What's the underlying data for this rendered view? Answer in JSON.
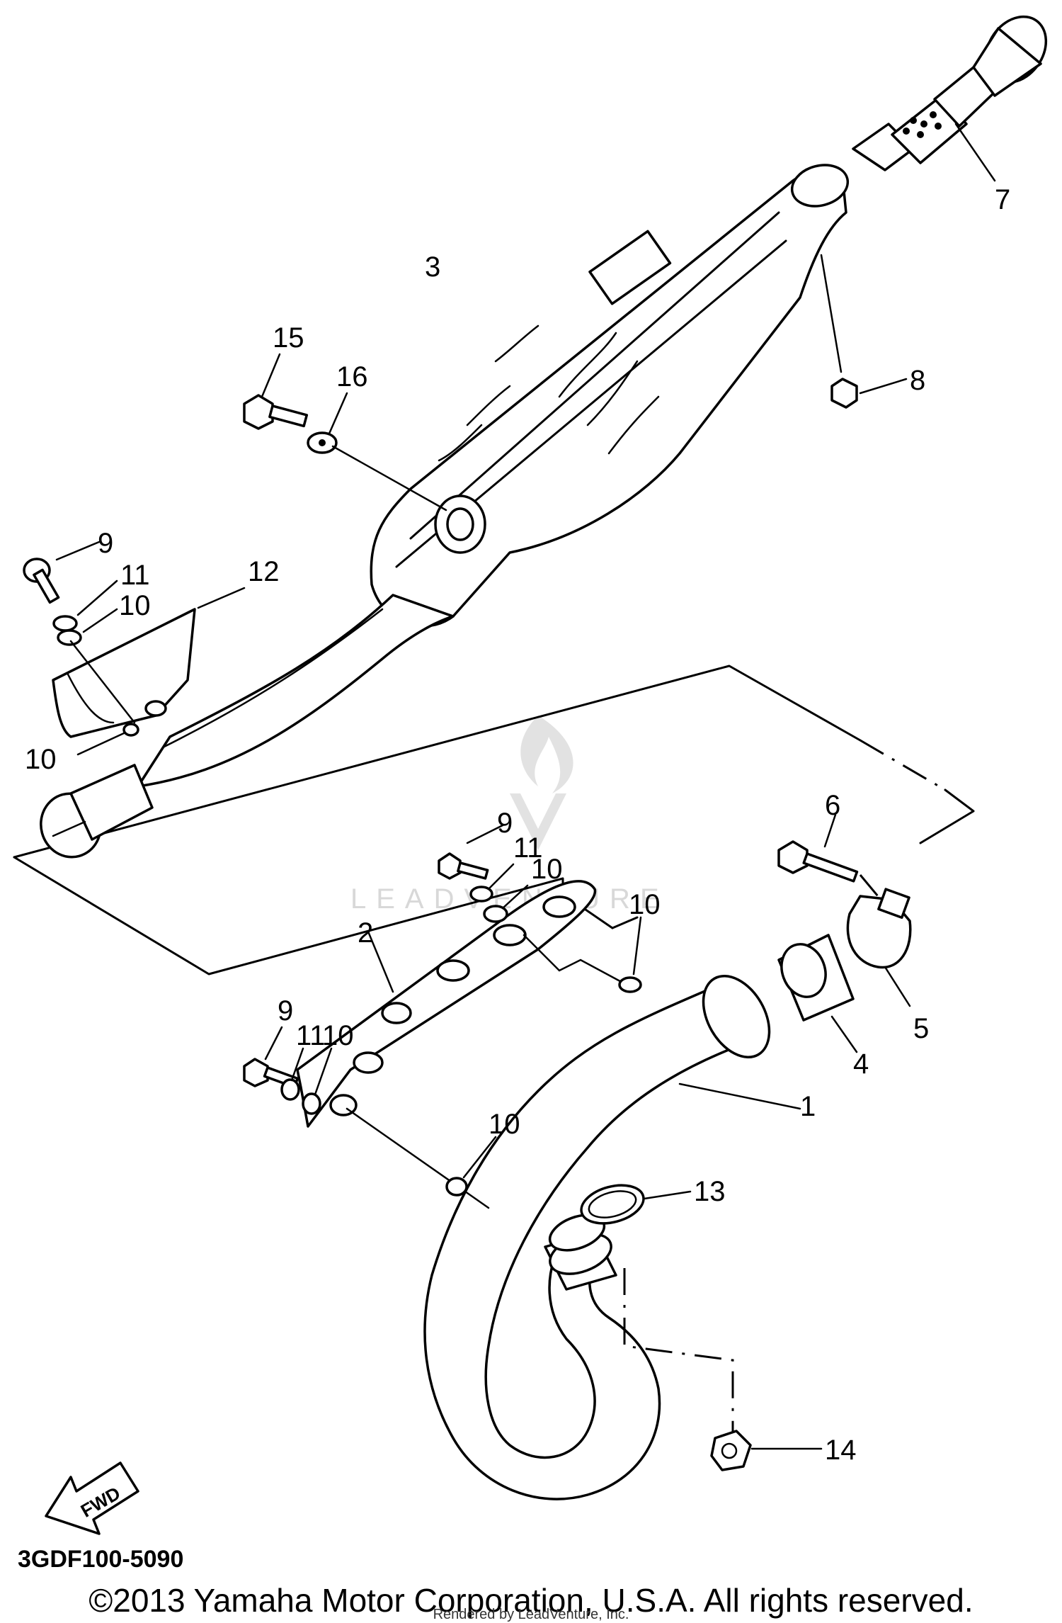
{
  "watermark": {
    "text": "LEADVENTURE",
    "icon": "flame-v-logo-icon"
  },
  "fwd_arrow": {
    "label": "FWD"
  },
  "diagram_code": "3GDF100-5090",
  "copyright": "©2013 Yamaha Motor Corporation, U.S.A. All rights reserved.",
  "rendered_by": "Rendered by LeadVenture, Inc.",
  "callouts": {
    "c1": "1",
    "c2": "2",
    "c3": "3",
    "c4": "4",
    "c5": "5",
    "c6": "6",
    "c7": "7",
    "c8": "8",
    "c9a": "9",
    "c9b": "9",
    "c9c": "9",
    "c10a": "10",
    "c10b": "10",
    "c10c": "10",
    "c10d": "10",
    "c10e": "10",
    "c10f": "10",
    "c11a": "11",
    "c11b": "11",
    "c11c": "11",
    "c12": "12",
    "c13": "13",
    "c14": "14",
    "c15": "15",
    "c16": "16"
  }
}
